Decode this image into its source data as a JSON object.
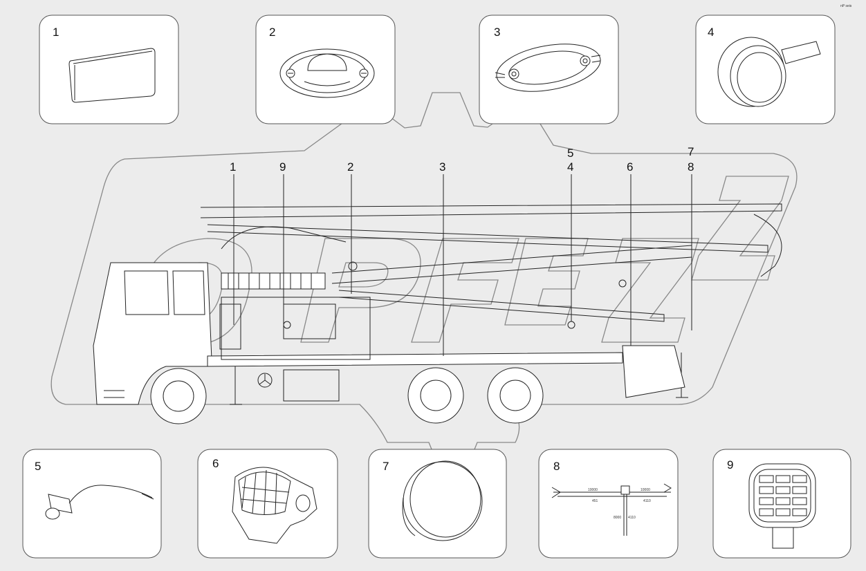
{
  "corner_text": "nP seis",
  "panels": [
    {
      "label": "1",
      "icon": "reflector-rectangular-icon"
    },
    {
      "label": "2",
      "icon": "oval-lamp-icon"
    },
    {
      "label": "3",
      "icon": "oval-marker-lamp-icon"
    },
    {
      "label": "4",
      "icon": "work-light-icon"
    },
    {
      "label": "5",
      "icon": "bulb-socket-icon"
    },
    {
      "label": "6",
      "icon": "rotating-beacon-icon"
    },
    {
      "label": "7",
      "icon": "round-reflector-icon"
    },
    {
      "label": "8",
      "icon": "wiring-harness-icon"
    },
    {
      "label": "9",
      "icon": "square-work-lamp-icon"
    }
  ],
  "callouts": [
    "1",
    "9",
    "2",
    "3",
    "5",
    "4",
    "6",
    "7",
    "8"
  ],
  "harness_labels": [
    "10000",
    "10000",
    "451",
    "4110",
    "8000",
    "4110"
  ]
}
